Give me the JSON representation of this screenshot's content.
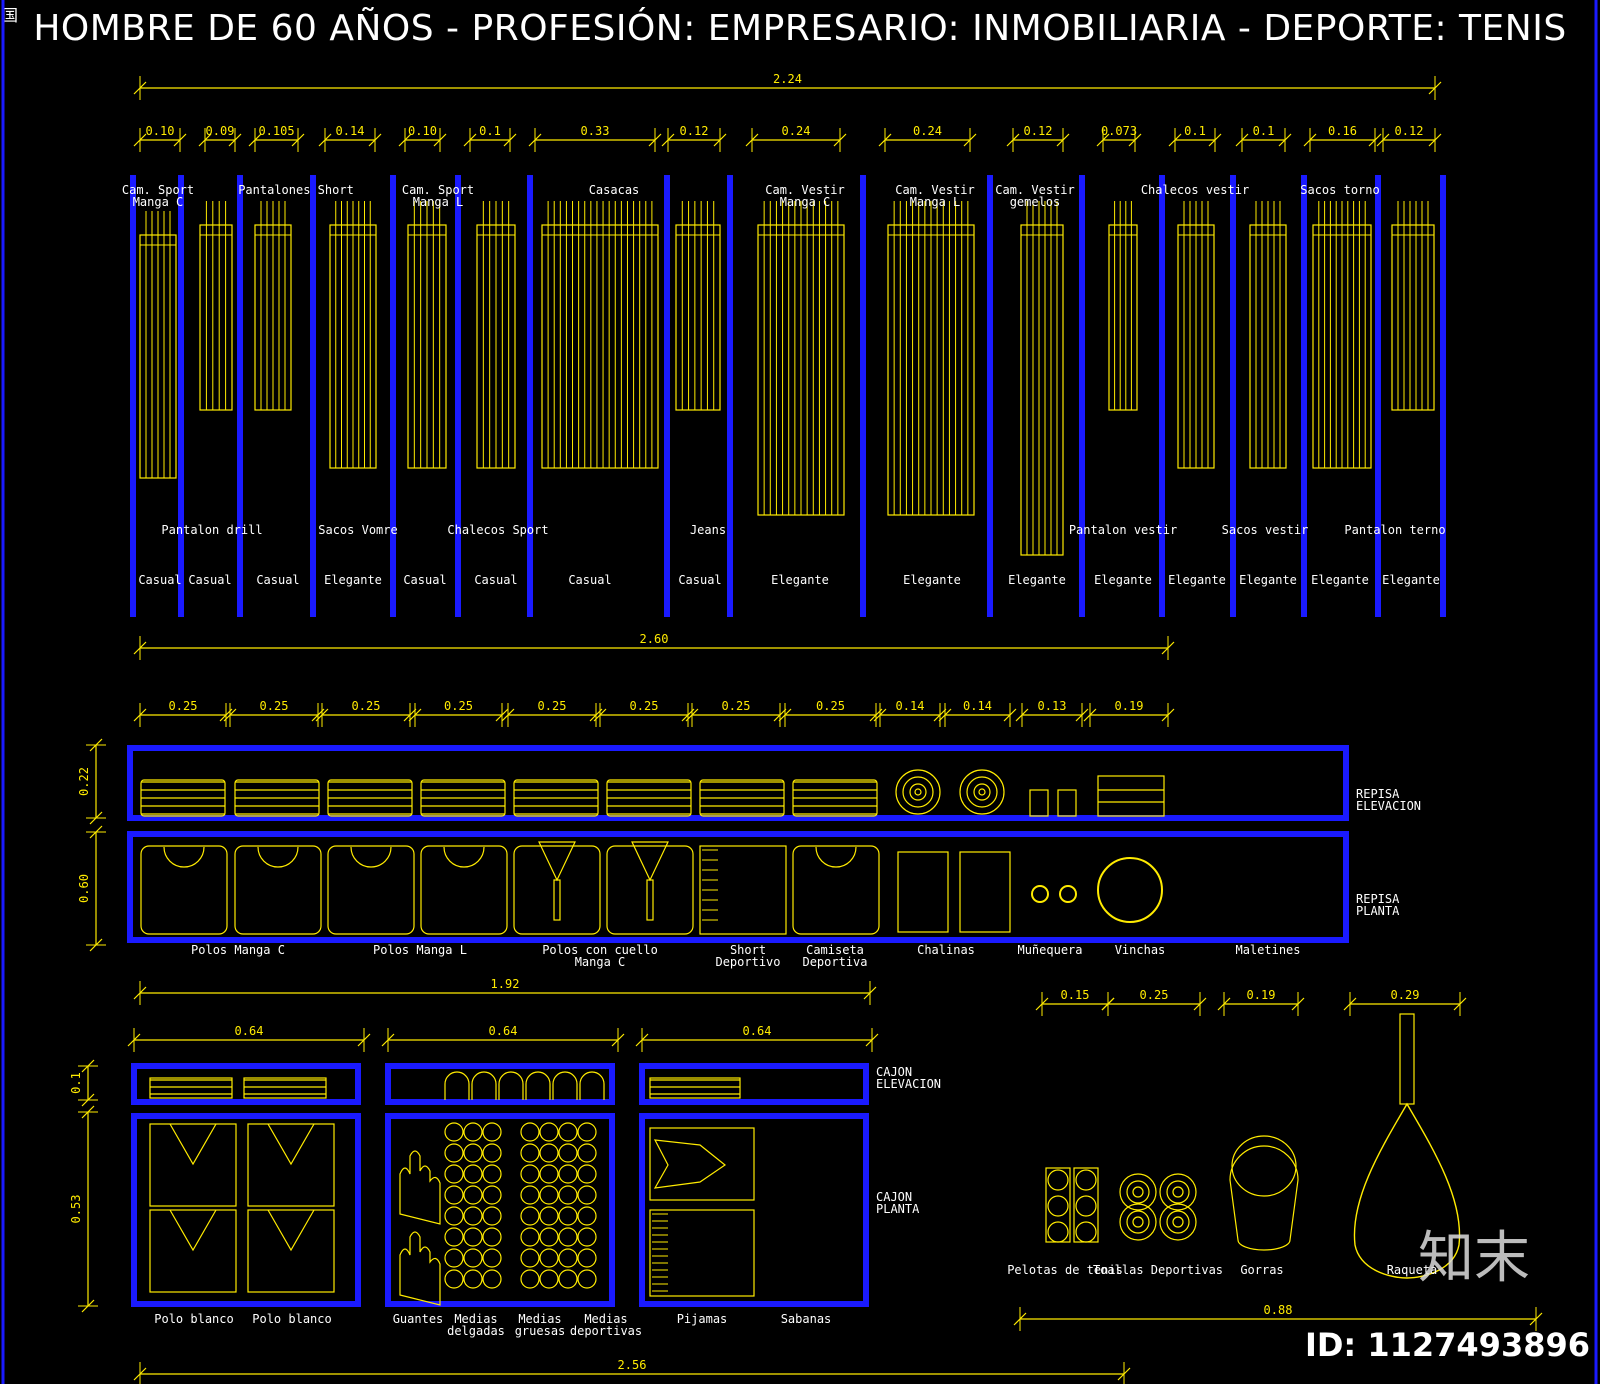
{
  "title": "HOMBRE DE 60 AÑOS - PROFESIÓN: EMPRESARIO: INMOBILIARIA - DEPORTE: TENIS",
  "corner_glyph": "国",
  "colors": {
    "background": "#000000",
    "partition": "#1a1aff",
    "line": "#ffeb00",
    "text": "#ffffff"
  },
  "top_rack": {
    "total_dim": "2.24",
    "column_dims": [
      "0.10",
      "0.09",
      "0.105",
      "0.14",
      "0.10",
      "0.1",
      "0.33",
      "0.12",
      "0.24",
      "0.24",
      "0.12",
      "0.073",
      "0.1",
      "0.1",
      "0.16",
      "0.12"
    ],
    "top_labels": [
      "Cam. Sport\nManga C",
      "Pantalones Short",
      "Cam. Sport\nManga L",
      "Casacas",
      "Cam. Vestir\nManga C",
      "Cam. Vestir\nManga L",
      "Cam. Vestir\ngemelos",
      "Chalecos vestir",
      "Sacos torno"
    ],
    "mid_labels": [
      "Pantalon drill",
      "Sacos Vomre",
      "Chalecos Sport",
      "Jeans",
      "Pantalon vestir",
      "Sacos vestir",
      "Pantalon terno"
    ],
    "bottom_labels": [
      "Casual",
      "Casual",
      "Casual",
      "Elegante",
      "Casual",
      "Casual",
      "Casual",
      "Casual",
      "Elegante",
      "Elegante",
      "Elegante",
      "Elegante",
      "Elegante",
      "Elegante",
      "Elegante",
      "Elegante"
    ]
  },
  "shelf": {
    "total_dim": "2.60",
    "column_dims": [
      "0.25",
      "0.25",
      "0.25",
      "0.25",
      "0.25",
      "0.25",
      "0.25",
      "0.25",
      "0.14",
      "0.14",
      "0.13",
      "0.19"
    ],
    "height_dims": [
      "0.22",
      "0.60"
    ],
    "elevation_label": "REPISA\nELEVACION",
    "plan_label": "REPISA\nPLANTA",
    "item_labels": [
      "Polos Manga C",
      "Polos Manga L",
      "Polos con cuello\nManga C",
      "Short\nDeportivo",
      "Camiseta\nDeportiva",
      "Chalinas",
      "Muñequera",
      "Vinchas",
      "Maletines"
    ]
  },
  "drawers": {
    "total_dim": "1.92",
    "column_dims": [
      "0.64",
      "0.64",
      "0.64"
    ],
    "height_dims": [
      "0.1",
      "0.53"
    ],
    "elevation_label": "CAJON\nELEVACION",
    "plan_label": "CAJON\nPLANTA",
    "item_labels": [
      "Polo blanco",
      "Polo blanco",
      "Guantes",
      "Medias\ndelgadas",
      "Medias\ngruesas",
      "Medias\ndeportivas",
      "Pijamas",
      "Sabanas"
    ],
    "bottom_dim": "2.56"
  },
  "sports": {
    "column_dims": [
      "0.15",
      "0.25",
      "0.19",
      "0.29"
    ],
    "total_dim": "0.88",
    "item_labels": [
      "Pelotas de tenis",
      "Toallas Deportivas",
      "Gorras",
      "Raqueta"
    ]
  },
  "watermark": "知末",
  "id_label": "ID: 1127493896"
}
